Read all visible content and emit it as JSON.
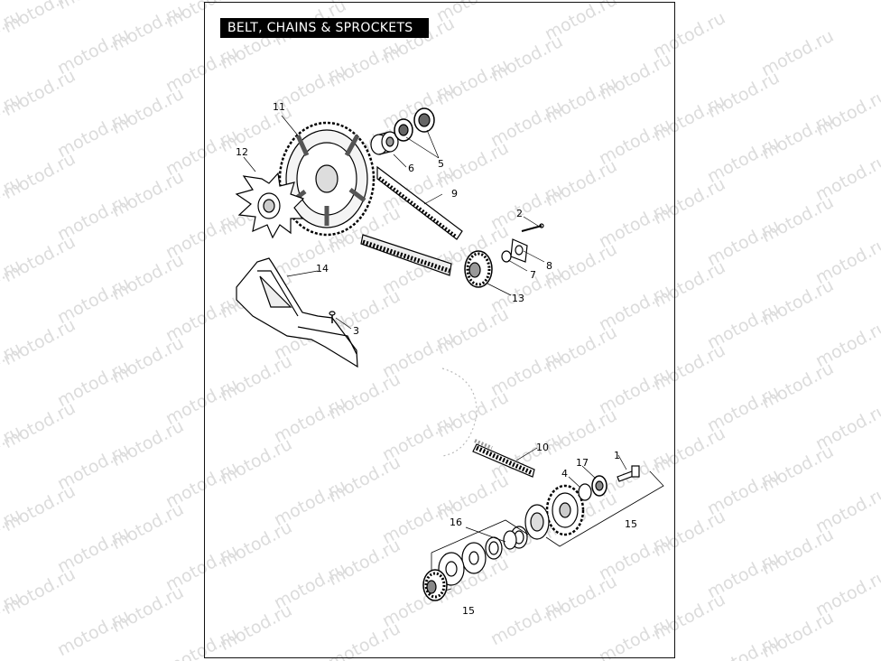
{
  "title": "BELT, CHAINS & SPROCKETS",
  "watermark": "motod.ru",
  "callouts": {
    "c1": "1",
    "c2": "2",
    "c3": "3",
    "c4": "4",
    "c5": "5",
    "c6": "6",
    "c7": "7",
    "c8": "8",
    "c9": "9",
    "c10": "10",
    "c11": "11",
    "c12": "12",
    "c13": "13",
    "c14": "14",
    "c15a": "15",
    "c15b": "15",
    "c16": "16",
    "c17": "17"
  }
}
